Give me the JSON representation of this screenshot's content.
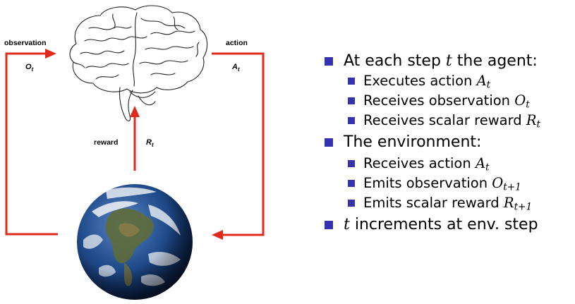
{
  "diagram": {
    "observation_label": "observation",
    "observation_symbol": "O",
    "observation_sub": "t",
    "action_label": "action",
    "action_symbol": "A",
    "action_sub": "t",
    "reward_label": "reward",
    "reward_symbol": "R",
    "reward_sub": "t",
    "arrow_color": "#e02a1b",
    "brain_icon": "brain-icon",
    "earth_icon": "earth-globe-icon"
  },
  "bullets": {
    "agent_step": {
      "pre": "At each step ",
      "var": "t",
      "post": " the agent:"
    },
    "agent_items": [
      {
        "text": "Executes action ",
        "sym": "A",
        "sub": "t"
      },
      {
        "text": "Receives observation ",
        "sym": "O",
        "sub": "t"
      },
      {
        "text": "Receives scalar reward ",
        "sym": "R",
        "sub": "t"
      }
    ],
    "environment": "The environment:",
    "env_items": [
      {
        "text": "Receives action ",
        "sym": "A",
        "sub": "t"
      },
      {
        "text": "Emits observation ",
        "sym": "O",
        "sub": "t+1"
      },
      {
        "text": "Emits scalar reward ",
        "sym": "R",
        "sub": "t+1"
      }
    ],
    "increment": {
      "var": "t",
      "post": " increments at env. step"
    },
    "bullet_color": "#3333b2"
  }
}
